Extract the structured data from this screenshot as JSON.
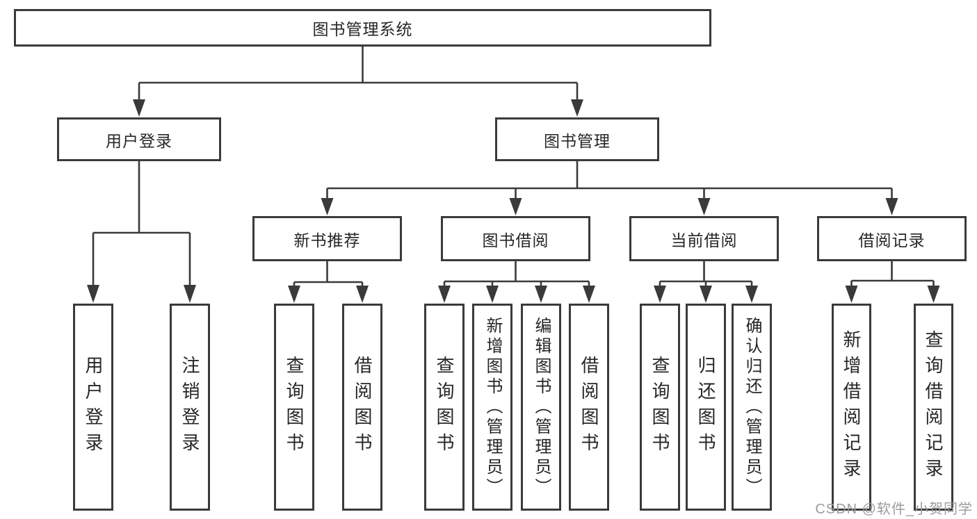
{
  "tree": {
    "label": "图书管理系统",
    "children": [
      {
        "label": "用户登录",
        "children": [
          {
            "label": "用户登录"
          },
          {
            "label": "注销登录"
          }
        ]
      },
      {
        "label": "图书管理",
        "children": [
          {
            "label": "新书推荐",
            "children": [
              {
                "label": "查询图书"
              },
              {
                "label": "借阅图书"
              }
            ]
          },
          {
            "label": "图书借阅",
            "children": [
              {
                "label": "查询图书"
              },
              {
                "label": "新增图书（管理员）"
              },
              {
                "label": "编辑图书（管理员）"
              },
              {
                "label": "借阅图书"
              }
            ]
          },
          {
            "label": "当前借阅",
            "children": [
              {
                "label": "查询图书"
              },
              {
                "label": "归还图书"
              },
              {
                "label": "确认归还（管理员）"
              }
            ]
          },
          {
            "label": "借阅记录",
            "children": [
              {
                "label": "新增借阅记录"
              },
              {
                "label": "查询借阅记录"
              }
            ]
          }
        ]
      }
    ]
  },
  "watermark": {
    "text": "CSDN @软件_小贺同学"
  },
  "colors": {
    "line": "#3a3a3a",
    "box_border": "#3a3a3a",
    "text": "#262626",
    "watermark_text": "#9b9b9b",
    "background": "#ffffff"
  }
}
